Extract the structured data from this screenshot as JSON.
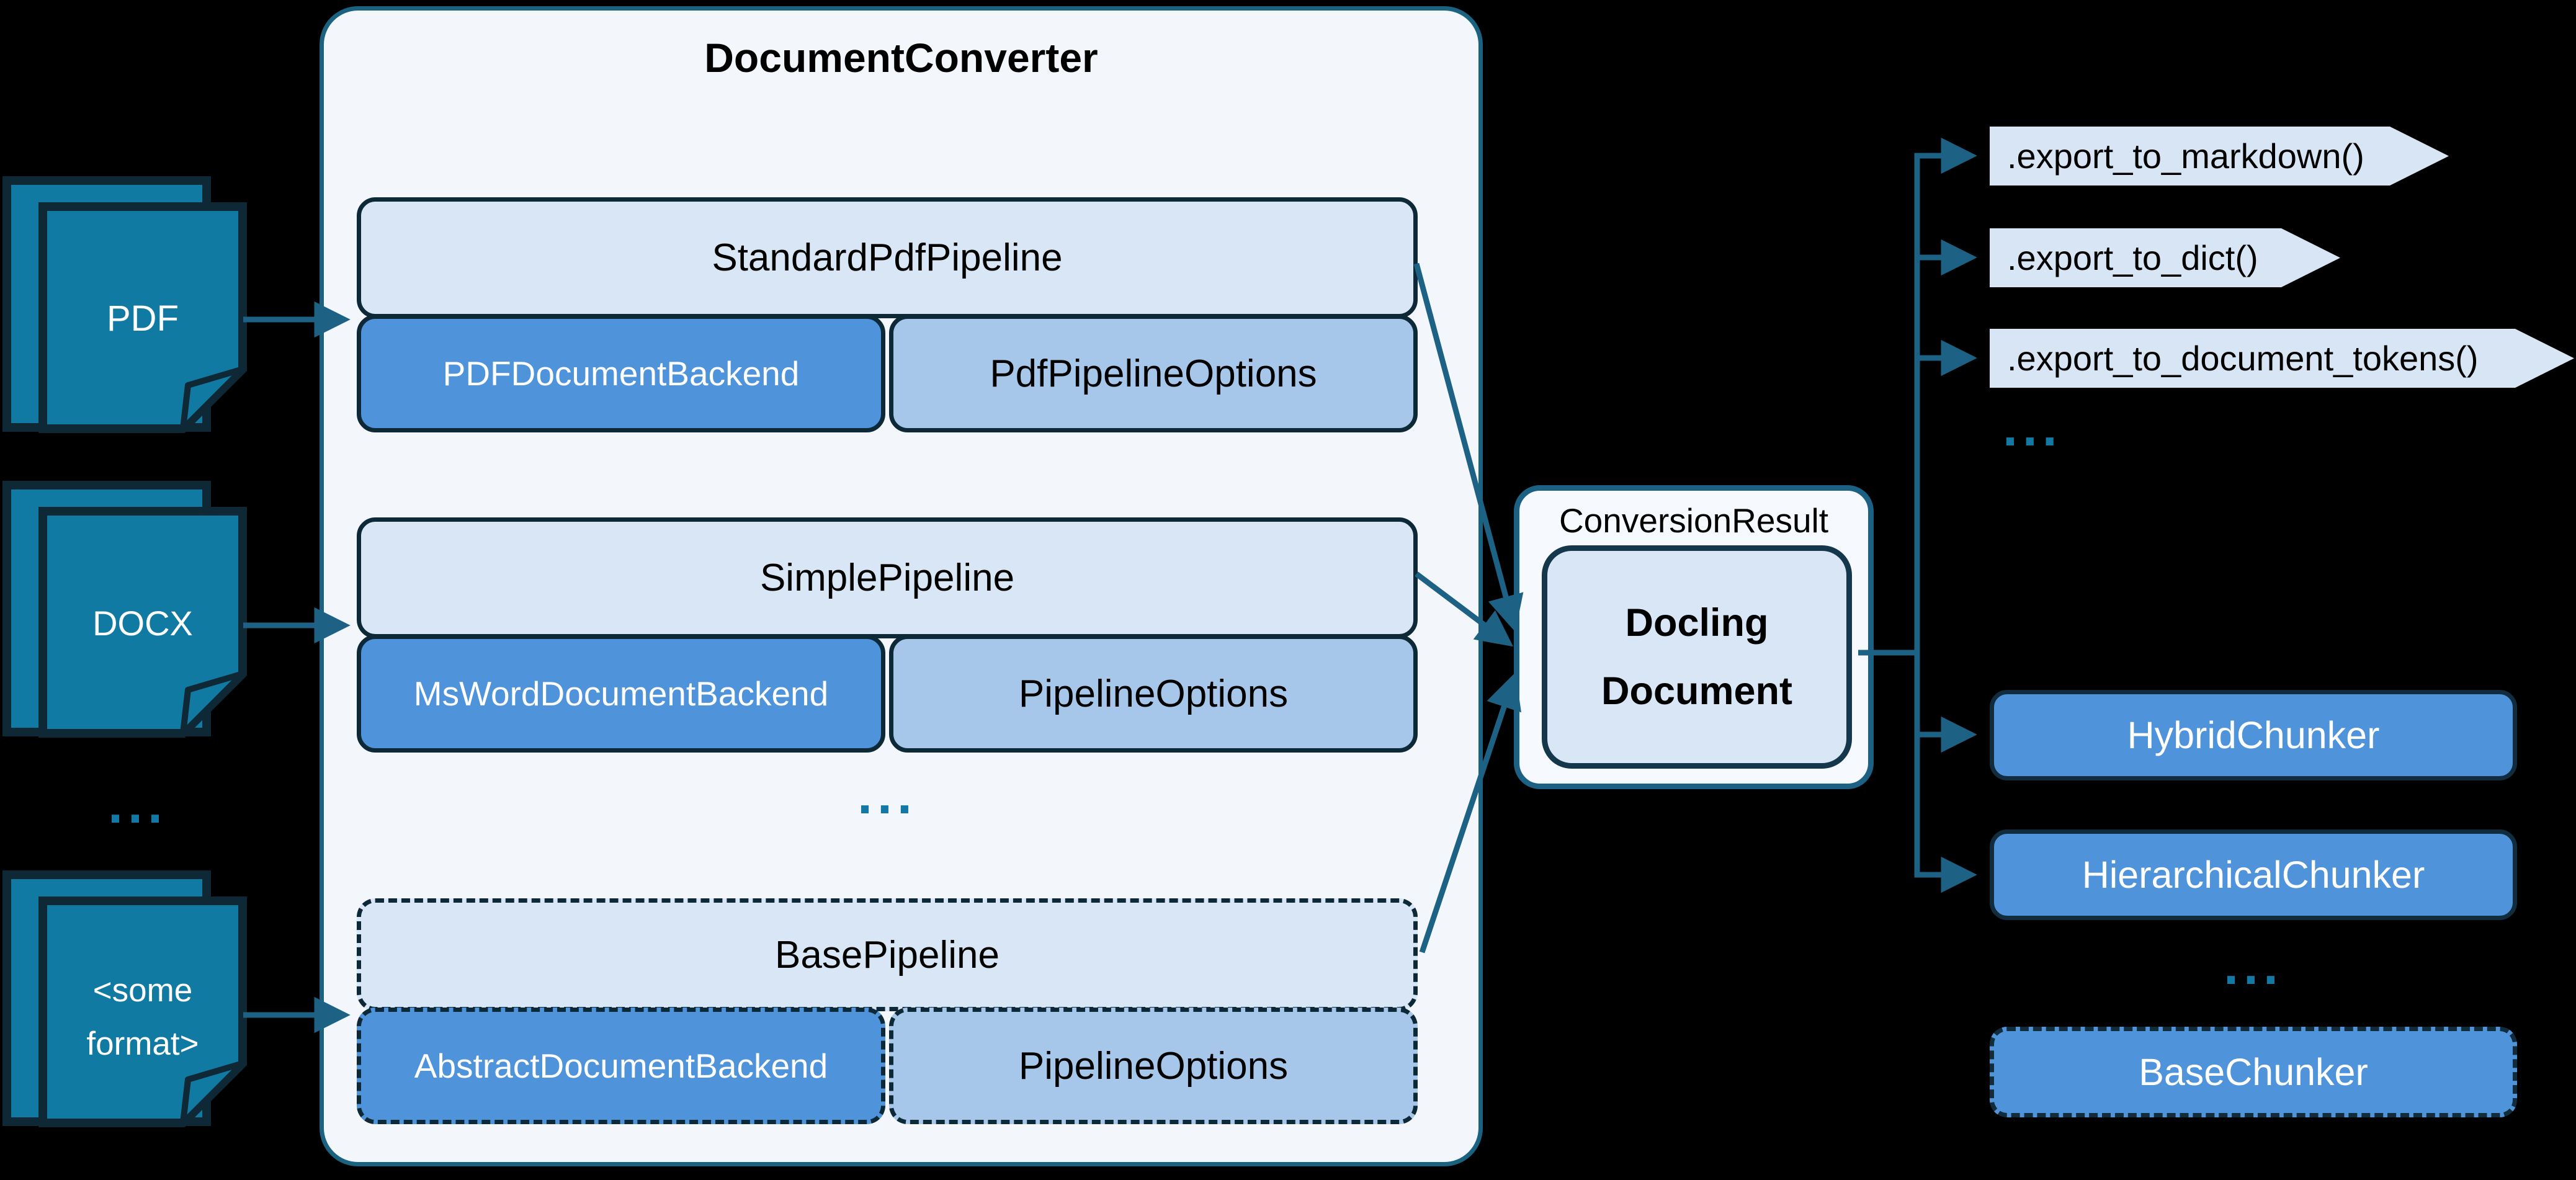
{
  "colors": {
    "background": "#000000",
    "arrow_teal": "#1d6285",
    "icon_teal": "#117aa3",
    "light_blue_box": "#d9e6f5",
    "mid_blue_box": "#4f93da",
    "pale_blue_box": "#a7c7ea",
    "panel_background": "#f3f7fc",
    "border_navy": "#0d2938"
  },
  "sources": {
    "pdf": {
      "label": "PDF"
    },
    "docx": {
      "label": "DOCX"
    },
    "other": {
      "line1": "<some",
      "line2": "format>"
    },
    "ellipsis": "..."
  },
  "converter": {
    "title": "DocumentConverter",
    "ellipsis": "...",
    "pipelines": [
      {
        "name": "StandardPdfPipeline",
        "backend": "PDFDocumentBackend",
        "options": "PdfPipelineOptions"
      },
      {
        "name": "SimplePipeline",
        "backend": "MsWordDocumentBackend",
        "options": "PipelineOptions"
      },
      {
        "name": "BasePipeline",
        "backend": "AbstractDocumentBackend",
        "options": "PipelineOptions"
      }
    ]
  },
  "result": {
    "label": "ConversionResult",
    "document": "Docling Document"
  },
  "exports": {
    "items": [
      ".export_to_markdown()",
      ".export_to_dict()",
      ".export_to_document_tokens()"
    ],
    "ellipsis": "..."
  },
  "chunkers": {
    "items": [
      "HybridChunker",
      "HierarchicalChunker"
    ],
    "ellipsis": "...",
    "base": "BaseChunker"
  }
}
